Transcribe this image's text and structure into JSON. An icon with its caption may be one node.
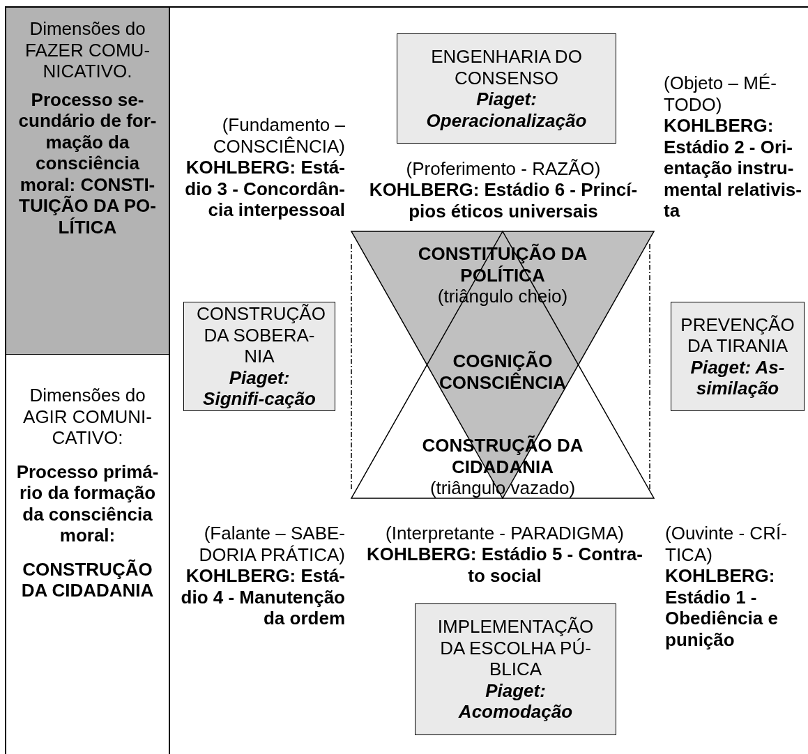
{
  "diagram": {
    "nodes": [
      {
        "text": [
          "Dimensões do FAZER COMU-NICATIVO.",
          "Processo se-cundário de for-mação da consciência moral: CONSTI-TUIÇÃO DA PO-LÍTICA"
        ]
      },
      {
        "text": [
          "Dimensões do AGIR COMUNI-CATIVO:",
          "Processo primá-rio da formação da consciência moral:",
          "CONSTRUÇÃO DA CIDADANIA"
        ]
      },
      {
        "text": [
          "ENGENHARIA DO CONSENSO",
          "Piaget: Operacionalização"
        ]
      },
      {
        "text": [
          "CONSTRUÇÃO DA SOBERA-NIA",
          "Piaget: Signifi-cação"
        ]
      },
      {
        "text": [
          "CONSTITUIÇÃO DA POLÍTICA",
          "(triângulo cheio)"
        ]
      },
      {
        "text": [
          "CONSTRUÇÃO DA CIDADANIA",
          "(triângulo vazado)"
        ]
      },
      {
        "text": [
          "PREVENÇÃO DA TIRANIA",
          "Piaget: As-similação"
        ]
      },
      {
        "text": [
          "IMPLEMENTAÇÃO DA ESCOLHA PÚ-BLICA",
          "Piaget: Acomodação"
        ]
      }
    ],
    "labels": [
      "(Fundamento – CONSCIÊNCIA)",
      "KOHLBERG: Está-dio 3 - Concordân-cia interpessoal",
      "(Proferimento - RAZÃO)",
      "KOHLBERG: Estádio 6 - Princí-pios éticos universais",
      "(Objeto – MÉ-TODO)",
      "KOHLBERG: Estádio 2 - Ori-entação instru-mental relativis-ta",
      "COGNIÇÃO CONSCIÊNCIA",
      "(Falante – SABE-DORIA PRÁTICA)",
      "KOHLBERG: Está-dio 4 - Manutenção da ordem",
      "(Interpretante - PARADIGMA)",
      "KOHLBERG: Estádio 5 - Contra-to social",
      "(Ouvinte - CRÍ-TICA)",
      "KOHLBERG: Estádio 1 - Obediência e punição"
    ]
  }
}
